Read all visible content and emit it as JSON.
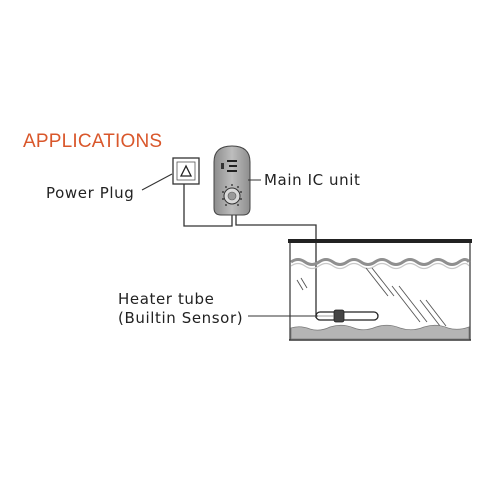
{
  "heading": "APPLICATIONS",
  "labels": {
    "power_plug": "Power Plug",
    "main_ic_unit": "Main IC unit",
    "heater_tube_line1": "Heater tube",
    "heater_tube_line2": "(Builtin Sensor)"
  },
  "colors": {
    "heading": "#d9572b",
    "line": "#333333",
    "water_wave": "#8f8f8f",
    "substrate": "#b5b5b5",
    "device_body": "#a9a9a9"
  },
  "icons": [
    "power-plug-icon",
    "ic-unit-device",
    "dial-icon",
    "aquarium-tank",
    "heater-tube-icon"
  ]
}
